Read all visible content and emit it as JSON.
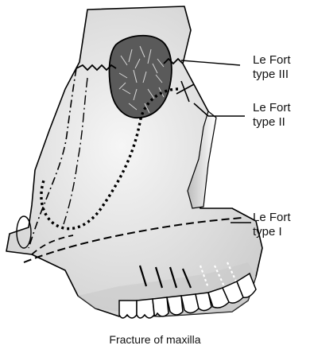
{
  "labels": {
    "type3": [
      "Le Fort",
      "type III"
    ],
    "type2": [
      "Le Fort",
      "type II"
    ],
    "type1": [
      "Le Fort",
      "type I"
    ]
  },
  "caption": "Fracture of maxilla",
  "colors": {
    "bone": "#dcdcdc",
    "bone_light": "#f2f2f2",
    "outline": "#000000",
    "orbit": "#5a5a5a"
  }
}
